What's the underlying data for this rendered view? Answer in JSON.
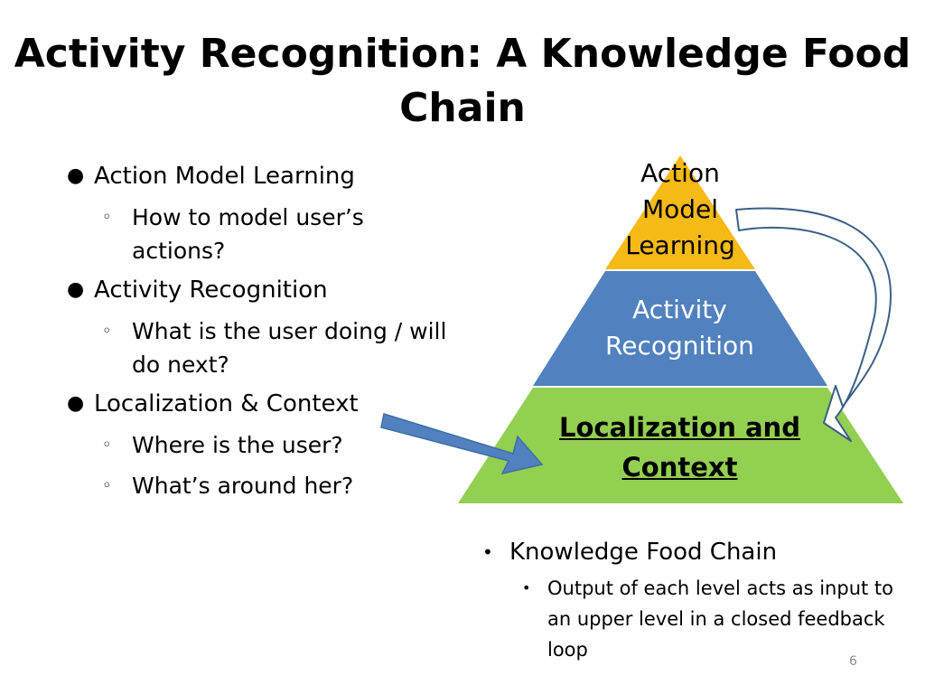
{
  "title": "Activity Recognition: A Knowledge Food Chain",
  "bullets": [
    {
      "label": "Action Model Learning",
      "sub": [
        "How to model user’s actions?"
      ]
    },
    {
      "label": "Activity Recognition",
      "sub": [
        "What is the user doing / will do next?"
      ]
    },
    {
      "label": "Localization & Context",
      "sub": [
        "Where is the user?",
        "What’s around her?"
      ]
    }
  ],
  "pyramid": {
    "top_label": "Action Model Learning",
    "middle_label": "Activity Recognition",
    "bottom_label": "Localization and Context"
  },
  "notes": {
    "main": "Knowledge Food Chain",
    "sub": "Output of each level acts as input to an upper level in a closed feedback loop"
  },
  "page_number": "6",
  "colors": {
    "top_tier": "#F6BA16",
    "middle_tier": "#5181BE",
    "bottom_tier": "#93CF50",
    "arrow_fill": "#5181BE",
    "loop_outline": "#3A5F86"
  },
  "icons": {
    "bullet_primary": "filled-circle-bullet",
    "bullet_secondary": "hollow-circle-bullet",
    "pointer_arrow": "arrow-icon",
    "feedback_loop": "curved-arrow-icon"
  }
}
